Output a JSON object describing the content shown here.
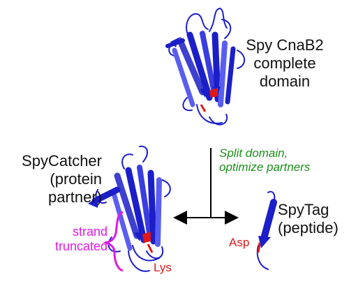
{
  "labels": {
    "complete_domain": [
      "Spy CnaB2",
      "complete",
      "domain"
    ],
    "split_step": [
      "Split domain,",
      "optimize partners"
    ],
    "spycatcher": [
      "SpyCatcher",
      "(protein",
      "partner)"
    ],
    "truncated": [
      "strand",
      "truncated"
    ],
    "lys": "Lys",
    "spytag": [
      "SpyTag",
      "(peptide)"
    ],
    "asp": "Asp"
  },
  "colors": {
    "protein": "#1c1fc8",
    "protein_light": "#5a5ef0",
    "residue": "#e01818",
    "annotation": "#e01ae0",
    "step_text": "#1a8f1a",
    "arrow": "#000000"
  }
}
